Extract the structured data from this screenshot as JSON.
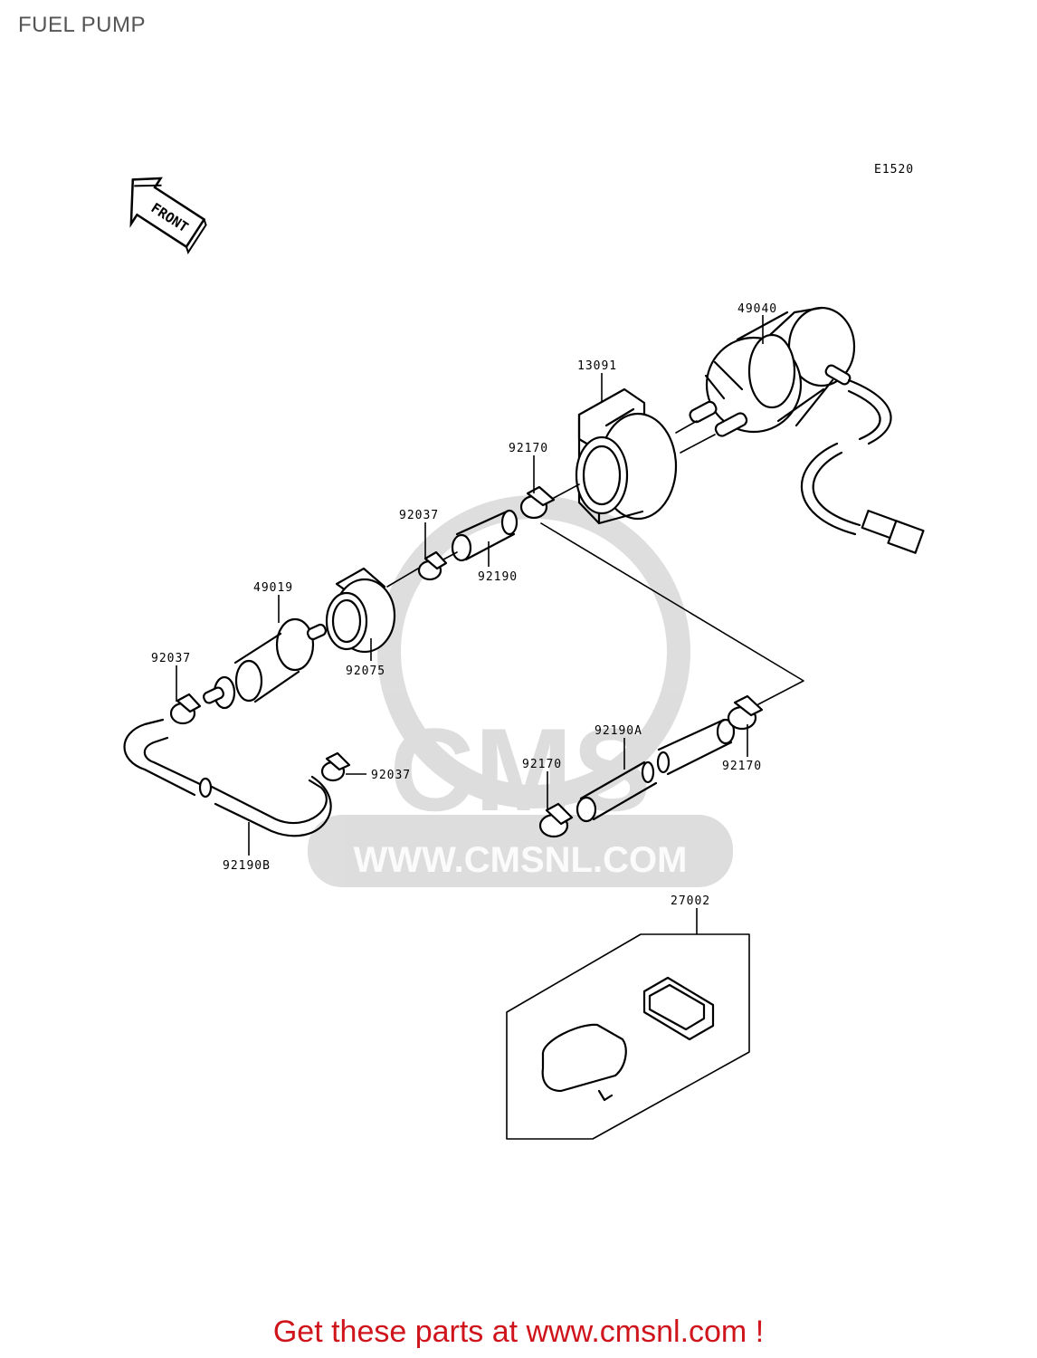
{
  "page": {
    "title": "FUEL PUMP"
  },
  "diagram": {
    "code": "E1520",
    "front_label": "FRONT",
    "watermark": {
      "brand": "CMS",
      "url": "WWW.CMSNL.COM"
    },
    "parts": [
      {
        "id": "p49040",
        "number": "49040"
      },
      {
        "id": "p13091",
        "number": "13091"
      },
      {
        "id": "p92170a",
        "number": "92170"
      },
      {
        "id": "p92037a",
        "number": "92037"
      },
      {
        "id": "p92190",
        "number": "92190"
      },
      {
        "id": "p49019",
        "number": "49019"
      },
      {
        "id": "p92075",
        "number": "92075"
      },
      {
        "id": "p92037b",
        "number": "92037"
      },
      {
        "id": "p92190a",
        "number": "92190A"
      },
      {
        "id": "p92170b",
        "number": "92170"
      },
      {
        "id": "p92170c",
        "number": "92170"
      },
      {
        "id": "p92037c",
        "number": "92037"
      },
      {
        "id": "p92190b",
        "number": "92190B"
      },
      {
        "id": "p27002",
        "number": "27002"
      }
    ]
  },
  "footer": {
    "link_text": "Get these parts at www.cmsnl.com !"
  }
}
